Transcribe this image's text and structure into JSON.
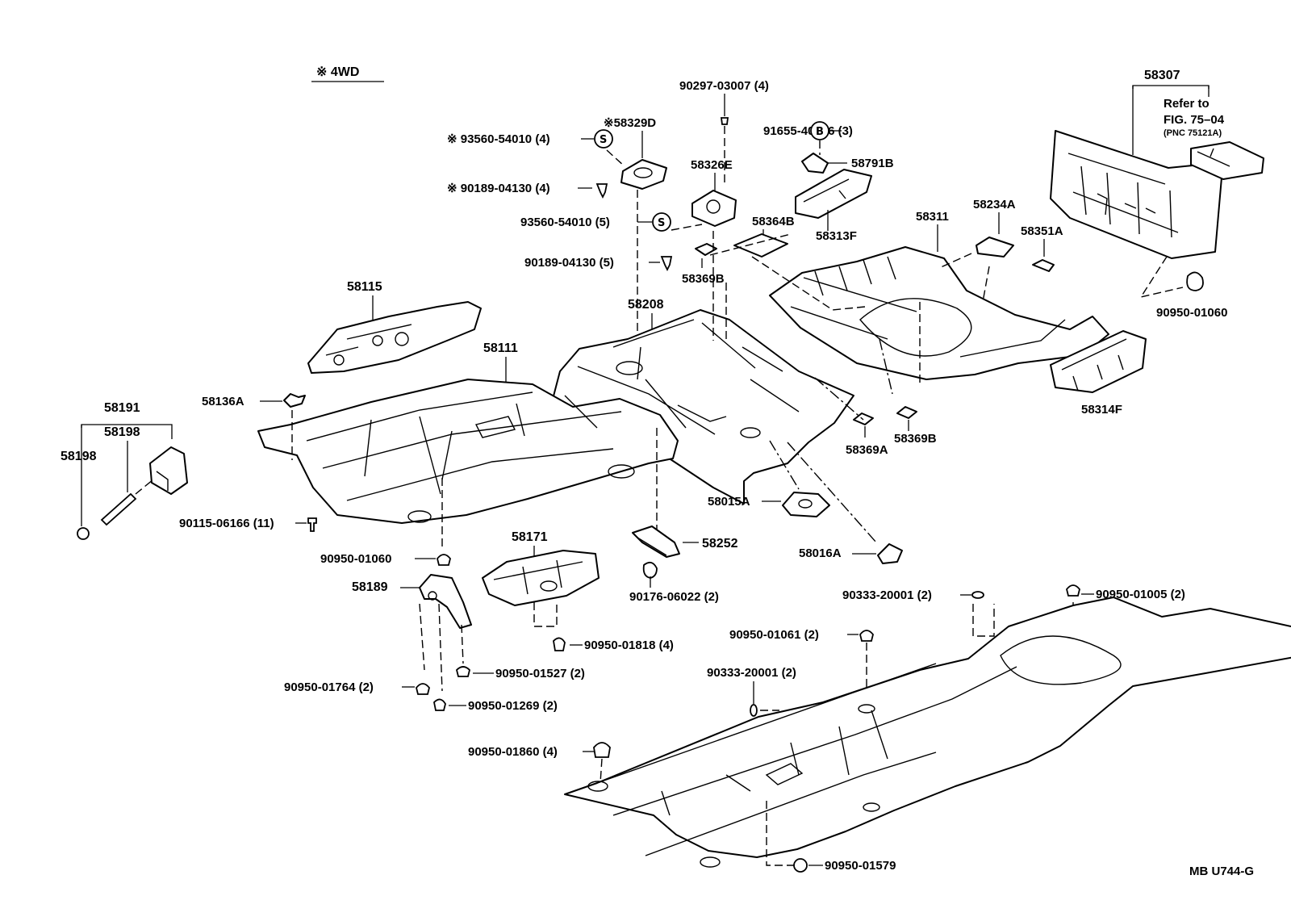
{
  "variant_note": "※ 4WD",
  "diagram_code": "MB U744-G",
  "ref": {
    "line1": "Refer to",
    "line2": "FIG. 75–04",
    "line3": "(PNC 75121A)"
  },
  "symbols": {
    "s": "S",
    "b": "B"
  },
  "labels": {
    "p90297_03007": "90297-03007 (4)",
    "p58329d": "※58329D",
    "p93560_54010_4": "※ 93560-54010 (4)",
    "p90189_04130_4": "※ 90189-04130 (4)",
    "p58326e": "58326E",
    "p93560_54010_5": "93560-54010 (5)",
    "p90189_04130_5": "90189-04130 (5)",
    "p91655_40616": "91655-40616 (3)",
    "p58791b": "58791B",
    "p58364b": "58364B",
    "p58313f": "58313F",
    "p58307": "58307",
    "p58311": "58311",
    "p58234a": "58234A",
    "p58351a": "58351A",
    "p58369b_top": "58369B",
    "p90950_01060_r": "90950-01060",
    "p58115": "58115",
    "p58208": "58208",
    "p58111": "58111",
    "p58136a": "58136A",
    "p58191": "58191",
    "p58198_a": "58198",
    "p58198_b": "58198",
    "p58314f": "58314F",
    "p58369b_mid": "58369B",
    "p58369a": "58369A",
    "p58015a": "58015A",
    "p90115_06166": "90115-06166 (11)",
    "p58252": "58252",
    "p58171": "58171",
    "p90950_01060_l": "90950-01060",
    "p58016a": "58016A",
    "p90176_06022": "90176-06022 (2)",
    "p58189": "58189",
    "p90333_20001_a": "90333-20001 (2)",
    "p90950_01005": "90950-01005 (2)",
    "p90950_01818": "90950-01818 (4)",
    "p90950_01061": "90950-01061 (2)",
    "p90950_01527": "90950-01527 (2)",
    "p90333_20001_b": "90333-20001 (2)",
    "p90950_01764": "90950-01764 (2)",
    "p90950_01269": "90950-01269 (2)",
    "p90950_01860": "90950-01860 (4)",
    "p90950_01579": "90950-01579"
  }
}
